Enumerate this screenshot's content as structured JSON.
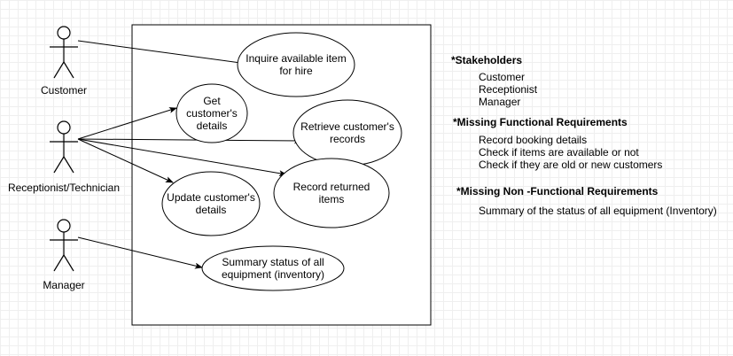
{
  "actors": [
    {
      "id": "customer",
      "label": "Customer"
    },
    {
      "id": "receptionist",
      "label": "Receptionist/Technician"
    },
    {
      "id": "manager",
      "label": "Manager"
    }
  ],
  "use_cases": [
    {
      "id": "inquire",
      "lines": [
        "Inquire available item",
        "for hire"
      ]
    },
    {
      "id": "get-details",
      "lines": [
        "Get",
        "customer's",
        "details"
      ]
    },
    {
      "id": "retrieve-records",
      "lines": [
        "Retrieve customer's",
        "records"
      ]
    },
    {
      "id": "update-details",
      "lines": [
        "Update customer's",
        "details"
      ]
    },
    {
      "id": "record-returned",
      "lines": [
        "Record returned",
        "items"
      ]
    },
    {
      "id": "summary-status",
      "lines": [
        "Summary status of all",
        "equipment (inventory)"
      ]
    }
  ],
  "associations": [
    {
      "from": "customer",
      "to": "inquire"
    },
    {
      "from": "receptionist",
      "to": "get-details"
    },
    {
      "from": "receptionist",
      "to": "retrieve-records"
    },
    {
      "from": "receptionist",
      "to": "update-details"
    },
    {
      "from": "receptionist",
      "to": "record-returned"
    },
    {
      "from": "manager",
      "to": "summary-status"
    }
  ],
  "notes": {
    "stakeholders": {
      "heading": "*Stakeholders",
      "items": [
        "Customer",
        "Receptionist",
        "Manager"
      ]
    },
    "missing_functional": {
      "heading": "*Missing Functional Requirements",
      "items": [
        "Record booking details",
        "Check if items are available or not",
        "Check if they are old or new customers"
      ]
    },
    "missing_non_functional": {
      "heading": "*Missing Non -Functional Requirements",
      "items": [
        "Summary of the status of all equipment (Inventory)"
      ]
    }
  }
}
